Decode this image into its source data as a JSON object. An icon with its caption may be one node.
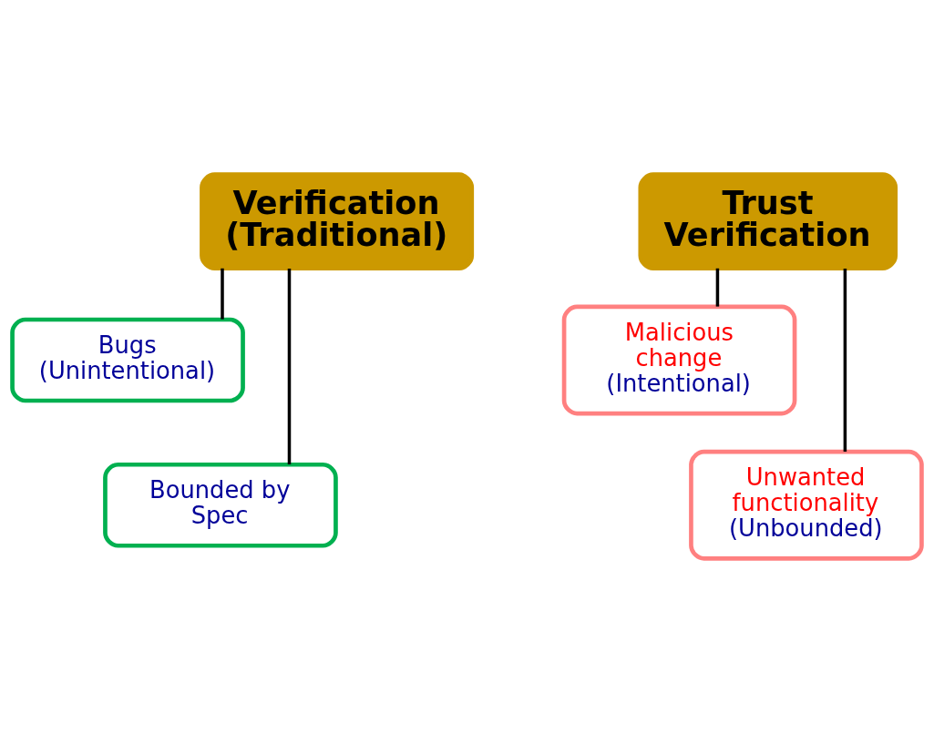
{
  "diagram": {
    "nodes": [
      {
        "text": [
          "Verification (Traditional)"
        ]
      },
      {
        "text": [
          "Bugs (Unintentional)"
        ]
      },
      {
        "text": [
          "Bounded by Spec"
        ]
      },
      {
        "text": [
          "Trust Verification"
        ]
      },
      {
        "text": [
          "Malicious change",
          "(Intentional)"
        ]
      },
      {
        "text": [
          "Unwanted functionality",
          "(Unbounded)"
        ]
      }
    ],
    "edges": [
      {
        "from": 0,
        "to": 1,
        "arrow": "none"
      },
      {
        "from": 0,
        "to": 2,
        "arrow": "none"
      },
      {
        "from": 3,
        "to": 4,
        "arrow": "none"
      },
      {
        "from": 3,
        "to": 5,
        "arrow": "none"
      }
    ]
  }
}
